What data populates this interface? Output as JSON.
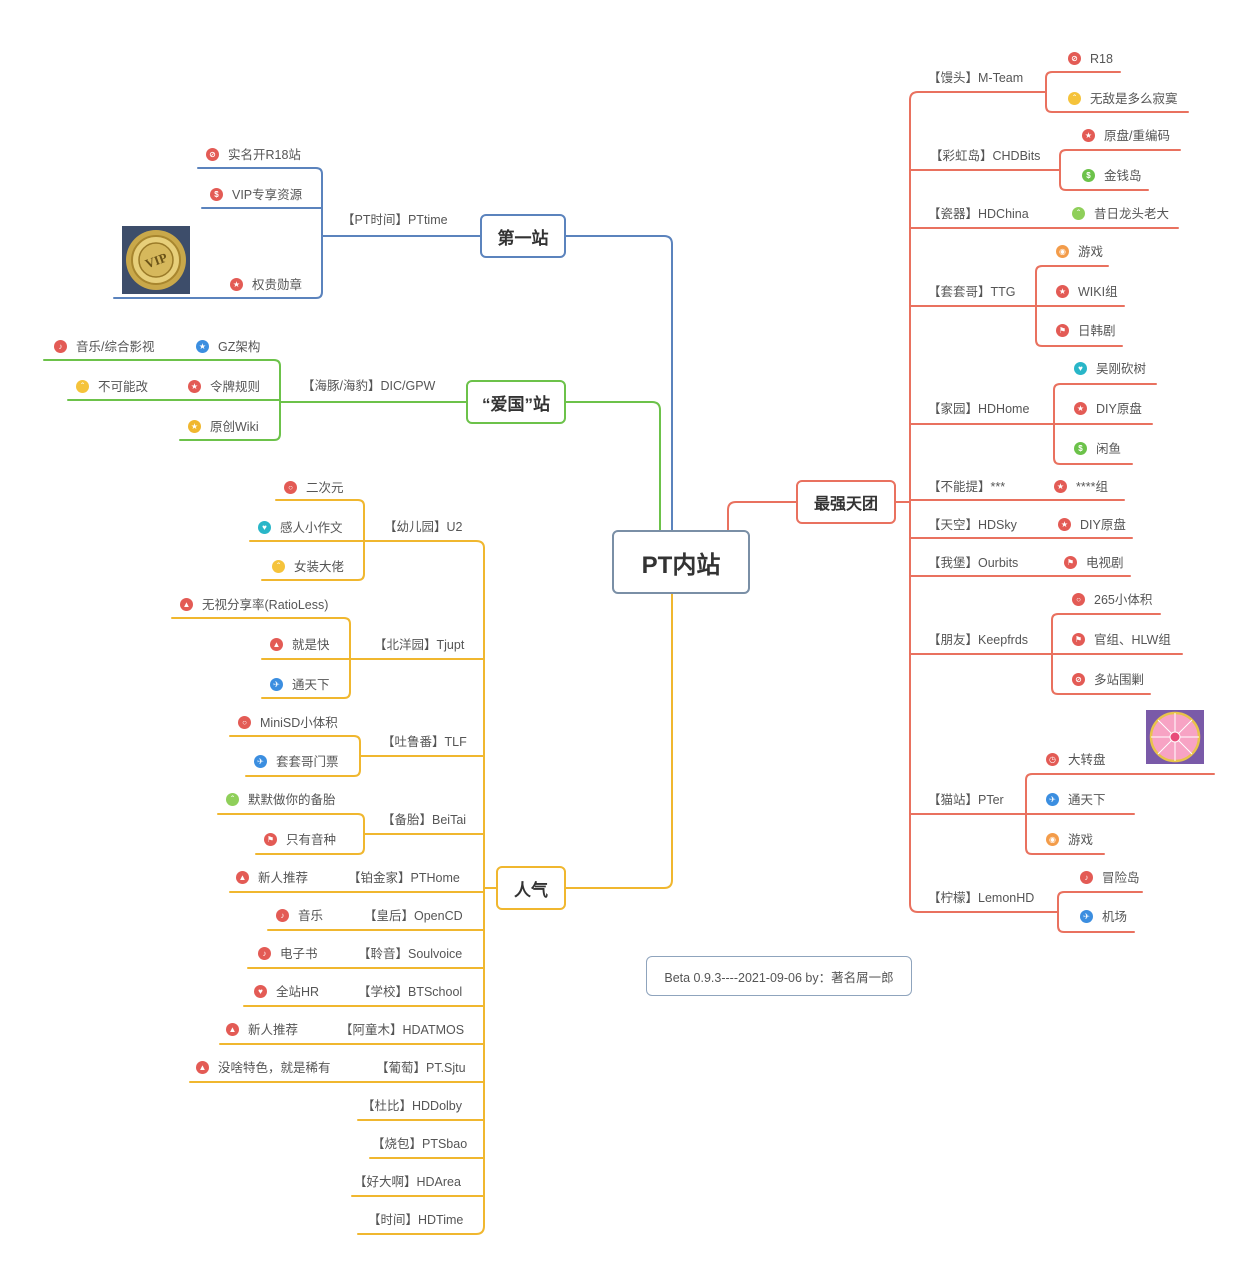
{
  "colors": {
    "center": "#7a8fa6",
    "blue": "#5b83bd",
    "green": "#6cc24a",
    "yellow": "#f0b72f",
    "red": "#e9715f"
  },
  "center": "PT内站",
  "version": "Beta 0.9.3----2021-09-06   by：著名屑一郎",
  "branches": {
    "b1": {
      "label": "第一站",
      "color": "blue",
      "sites": [
        {
          "name": "【PT时间】PTtime",
          "leaves": [
            {
              "text": "实名开R18站",
              "icon": "ban-icon"
            },
            {
              "text": "VIP专享资源",
              "icon": "coin-icon"
            },
            {
              "text": "权贵勋章",
              "icon": "star-icon"
            }
          ],
          "image": "vip-medal"
        }
      ]
    },
    "b2": {
      "label": "“爱国”站",
      "color": "green",
      "sites": [
        {
          "name": "【海豚/海豹】DIC/GPW",
          "leaves": [
            {
              "text": "GZ架构",
              "icon": "star-icon"
            },
            {
              "text": "令牌规则",
              "icon": "star-icon"
            },
            {
              "text": "原创Wiki",
              "icon": "star-icon"
            }
          ],
          "subleaves": [
            {
              "text": "音乐/综合影视",
              "icon": "music-icon"
            },
            {
              "text": "不可能改",
              "icon": "face-icon"
            }
          ]
        }
      ]
    },
    "b3": {
      "label": "人气",
      "color": "yellow",
      "sites": [
        {
          "name": "【幼儿园】U2",
          "leaves": [
            {
              "text": "二次元",
              "icon": "ring-icon"
            },
            {
              "text": "感人小作文",
              "icon": "heart-icon"
            },
            {
              "text": "女装大佬",
              "icon": "face-icon"
            }
          ]
        },
        {
          "name": "【北洋园】Tjupt",
          "leaves": [
            {
              "text": "无视分享率(RatioLess)",
              "icon": "thumb-icon"
            },
            {
              "text": "就是快",
              "icon": "thumb-icon"
            },
            {
              "text": "通天下",
              "icon": "plane-icon"
            }
          ]
        },
        {
          "name": "【吐鲁番】TLF",
          "leaves": [
            {
              "text": "MiniSD小体积",
              "icon": "ring-icon"
            },
            {
              "text": "套套哥门票",
              "icon": "plane-icon"
            }
          ]
        },
        {
          "name": "【备胎】BeiTai",
          "leaves": [
            {
              "text": "默默做你的备胎",
              "icon": "face-icon"
            },
            {
              "text": "只有音种",
              "icon": "flag-icon"
            }
          ]
        },
        {
          "name": "【铂金家】PTHome",
          "leaves": [
            {
              "text": "新人推荐",
              "icon": "thumb-icon"
            }
          ]
        },
        {
          "name": "【皇后】OpenCD",
          "leaves": [
            {
              "text": "音乐",
              "icon": "music-icon"
            }
          ]
        },
        {
          "name": "【聆音】Soulvoice",
          "leaves": [
            {
              "text": "电子书",
              "icon": "music-icon"
            }
          ]
        },
        {
          "name": "【学校】BTSchool",
          "leaves": [
            {
              "text": "全站HR",
              "icon": "heart-icon"
            }
          ]
        },
        {
          "name": "【阿童木】HDATMOS",
          "leaves": [
            {
              "text": "新人推荐",
              "icon": "thumb-icon"
            }
          ]
        },
        {
          "name": "【葡萄】PT.Sjtu",
          "leaves": [
            {
              "text": "没啥特色，就是稀有",
              "icon": "thumb-icon"
            }
          ]
        },
        {
          "name": "【杜比】HDDolby",
          "leaves": []
        },
        {
          "name": "【烧包】PTSbao",
          "leaves": []
        },
        {
          "name": "【好大啊】HDArea",
          "leaves": []
        },
        {
          "name": "【时间】HDTime",
          "leaves": []
        }
      ]
    },
    "b4": {
      "label": "最强天团",
      "color": "red",
      "sites": [
        {
          "name": "【馒头】M-Team",
          "leaves": [
            {
              "text": "R18",
              "icon": "ban-icon"
            },
            {
              "text": "无敌是多么寂寞",
              "icon": "face-icon"
            }
          ]
        },
        {
          "name": "【彩虹岛】CHDBits",
          "leaves": [
            {
              "text": "原盘/重编码",
              "icon": "star-icon"
            },
            {
              "text": "金钱岛",
              "icon": "coin-icon"
            }
          ]
        },
        {
          "name": "【瓷器】HDChina",
          "leaves": [
            {
              "text": "昔日龙头老大",
              "icon": "face-icon"
            }
          ]
        },
        {
          "name": "【套套哥】TTG",
          "leaves": [
            {
              "text": "游戏",
              "icon": "game-icon"
            },
            {
              "text": "WIKI组",
              "icon": "star-icon"
            },
            {
              "text": "日韩剧",
              "icon": "flag-icon"
            }
          ]
        },
        {
          "name": "【家园】HDHome",
          "leaves": [
            {
              "text": "吴刚砍树",
              "icon": "heart-icon"
            },
            {
              "text": "DIY原盘",
              "icon": "star-icon"
            },
            {
              "text": "闲鱼",
              "icon": "coin-icon"
            }
          ]
        },
        {
          "name": "【不能提】***",
          "leaves": [
            {
              "text": "****组",
              "icon": "star-icon"
            }
          ]
        },
        {
          "name": "【天空】HDSky",
          "leaves": [
            {
              "text": "DIY原盘",
              "icon": "star-icon"
            }
          ]
        },
        {
          "name": "【我堡】Ourbits",
          "leaves": [
            {
              "text": "电视剧",
              "icon": "flag-icon"
            }
          ]
        },
        {
          "name": "【朋友】Keepfrds",
          "leaves": [
            {
              "text": "265小体积",
              "icon": "ring-icon"
            },
            {
              "text": "官组、HLW组",
              "icon": "flag-icon"
            },
            {
              "text": "多站围剿",
              "icon": "ban-icon"
            }
          ]
        },
        {
          "name": "【猫站】PTer",
          "leaves": [
            {
              "text": "大转盘",
              "icon": "clock-icon"
            },
            {
              "text": "通天下",
              "icon": "plane-icon"
            },
            {
              "text": "游戏",
              "icon": "game-icon"
            }
          ],
          "image": "prize-wheel"
        },
        {
          "name": "【柠檬】LemonHD",
          "leaves": [
            {
              "text": "冒险岛",
              "icon": "music-icon"
            },
            {
              "text": "机场",
              "icon": "plane-icon"
            }
          ]
        }
      ]
    }
  }
}
